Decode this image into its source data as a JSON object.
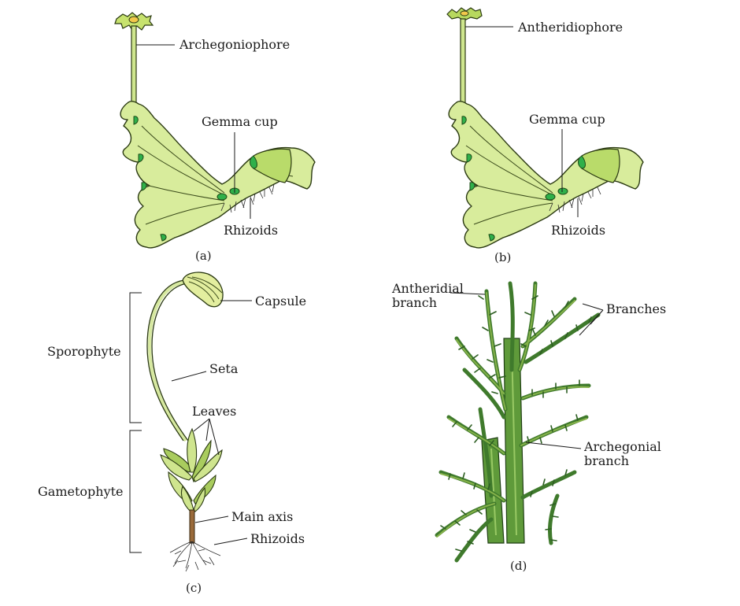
{
  "panels": {
    "a": {
      "caption": "(a)",
      "labels": {
        "archegoniophore": "Archegoniophore",
        "gemma_cup": "Gemma cup",
        "rhizoids": "Rhizoids"
      }
    },
    "b": {
      "caption": "(b)",
      "labels": {
        "antheridiophore": "Antheridiophore",
        "gemma_cup": "Gemma cup",
        "rhizoids": "Rhizoids"
      }
    },
    "c": {
      "caption": "(c)",
      "labels": {
        "capsule": "Capsule",
        "sporophyte": "Sporophyte",
        "seta": "Seta",
        "leaves": "Leaves",
        "gametophyte": "Gametophyte",
        "main_axis": "Main axis",
        "rhizoids": "Rhizoids"
      }
    },
    "d": {
      "caption": "(d)",
      "labels": {
        "antheridial_line1": "Antheridial",
        "antheridial_line2": "branch",
        "branches": "Branches",
        "archegonial_line1": "Archegonial",
        "archegonial_line2": "branch"
      }
    }
  },
  "colors": {
    "thallus": "#d8ec9c",
    "gemma_cup": "#2fb04a",
    "outline": "#2b3a12",
    "moss_dark": "#3f7a2c"
  }
}
